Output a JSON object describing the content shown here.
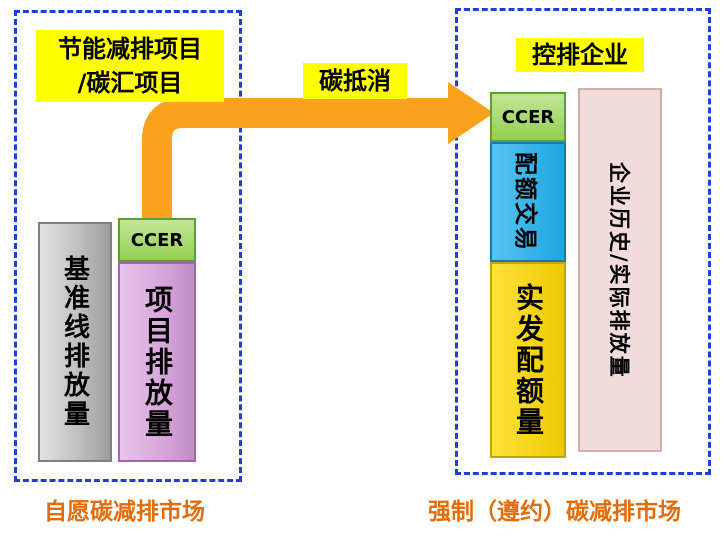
{
  "left_panel": {
    "title_line1": "节能减排项目",
    "title_line2": "/碳汇项目",
    "baseline_bar_label": "基准线排放量",
    "ccer_cap_label": "CCER",
    "project_bar_label": "项目排放量",
    "footer": "自愿碳减排市场"
  },
  "arrow": {
    "label": "碳抵消"
  },
  "right_panel": {
    "title": "控排企业",
    "ccer_segment_label": "CCER",
    "quota_trade_segment_label": "配额交易",
    "issued_quota_segment_label": "实发配额量",
    "emissions_bar_label": "企业历史/实际排放量",
    "footer": "强制（遵约）碳减排市场"
  },
  "colors": {
    "dashed_border_blue": "#1f3fd8",
    "highlight_yellow": "#ffff00",
    "arrow_orange": "#faa21d",
    "ccer_green": "#92d050",
    "baseline_gray": "#bfbfbf",
    "project_pink": "#d6a4da",
    "quota_blue": "#1ea5e0",
    "issued_yellow": "#edc900",
    "emissions_beige": "#f2dcdb",
    "footer_orange": "#e36c0a"
  }
}
